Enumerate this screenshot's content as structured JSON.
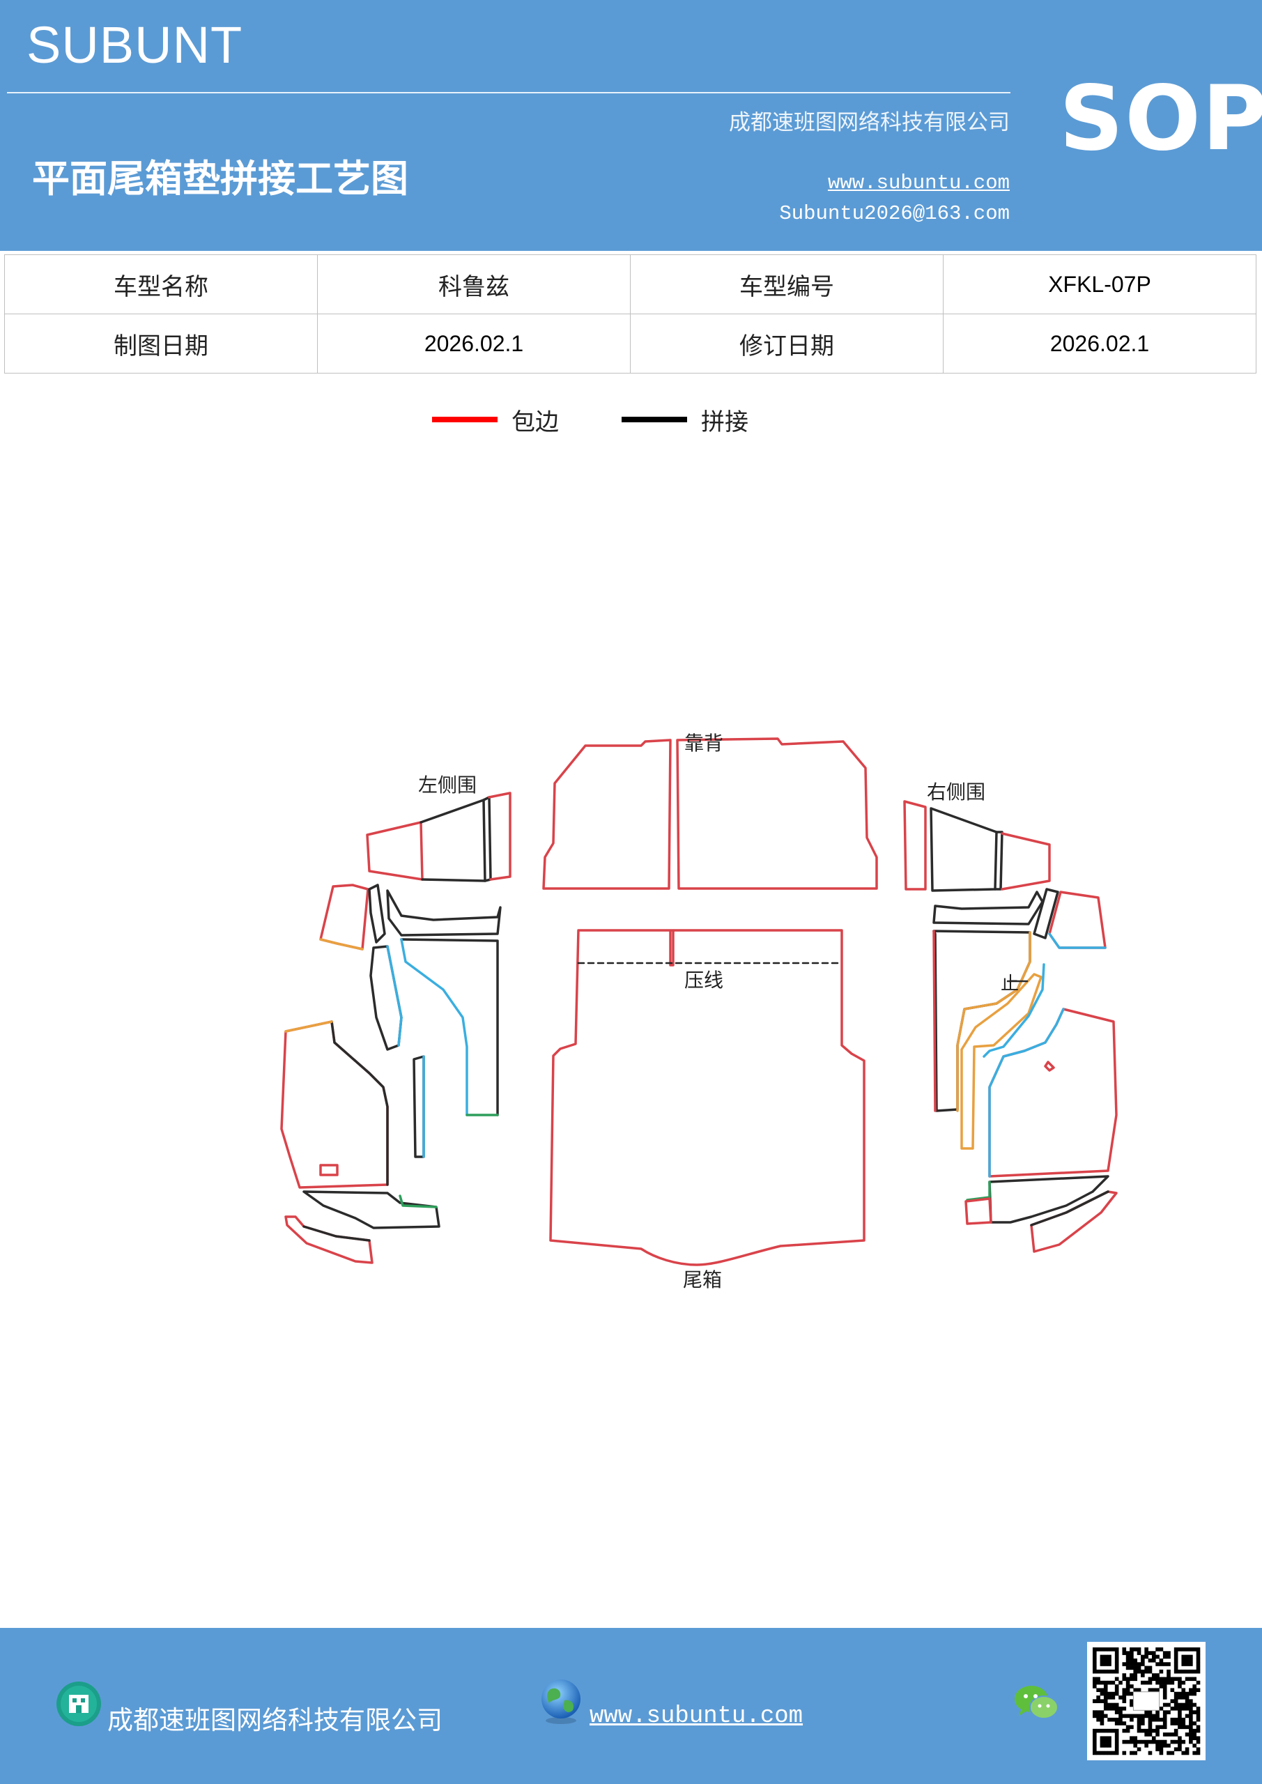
{
  "header": {
    "brand": "SUBUNT",
    "company": "成都速班图网络科技有限公司",
    "title": "平面尾箱垫拼接工艺图",
    "website": "www.subuntu.com",
    "email": "Subuntu2026@163.com",
    "badge": "SOP"
  },
  "info_table": {
    "rows": [
      [
        {
          "text": "车型名称",
          "kind": "label"
        },
        {
          "text": "科鲁兹",
          "kind": "label"
        },
        {
          "text": "车型编号",
          "kind": "label"
        },
        {
          "text": "XFKL-07P",
          "kind": "value"
        }
      ],
      [
        {
          "text": "制图日期",
          "kind": "label"
        },
        {
          "text": "2026.02.1",
          "kind": "value"
        },
        {
          "text": "修订日期",
          "kind": "label"
        },
        {
          "text": "2026.02.1",
          "kind": "value"
        }
      ]
    ]
  },
  "legend": [
    {
      "label": "包边",
      "color": "#ff0000"
    },
    {
      "label": "拼接",
      "color": "#000000"
    }
  ],
  "diagram": {
    "labels": {
      "backrest": "靠背",
      "left_side": "左侧围",
      "right_side": "右侧围",
      "press_line": "压线",
      "trunk": "尾箱",
      "stop": "止"
    },
    "colors": {
      "edge": "#d9434a",
      "seam": "#2b2b2b",
      "blue": "#3aaee0",
      "orange": "#e8a040",
      "green": "#2e9e5b"
    }
  },
  "footer": {
    "company": "成都速班图网络科技有限公司",
    "website": "www.subuntu.com",
    "icons": [
      "building-icon",
      "globe-icon",
      "wechat-icon",
      "qr-code"
    ]
  }
}
